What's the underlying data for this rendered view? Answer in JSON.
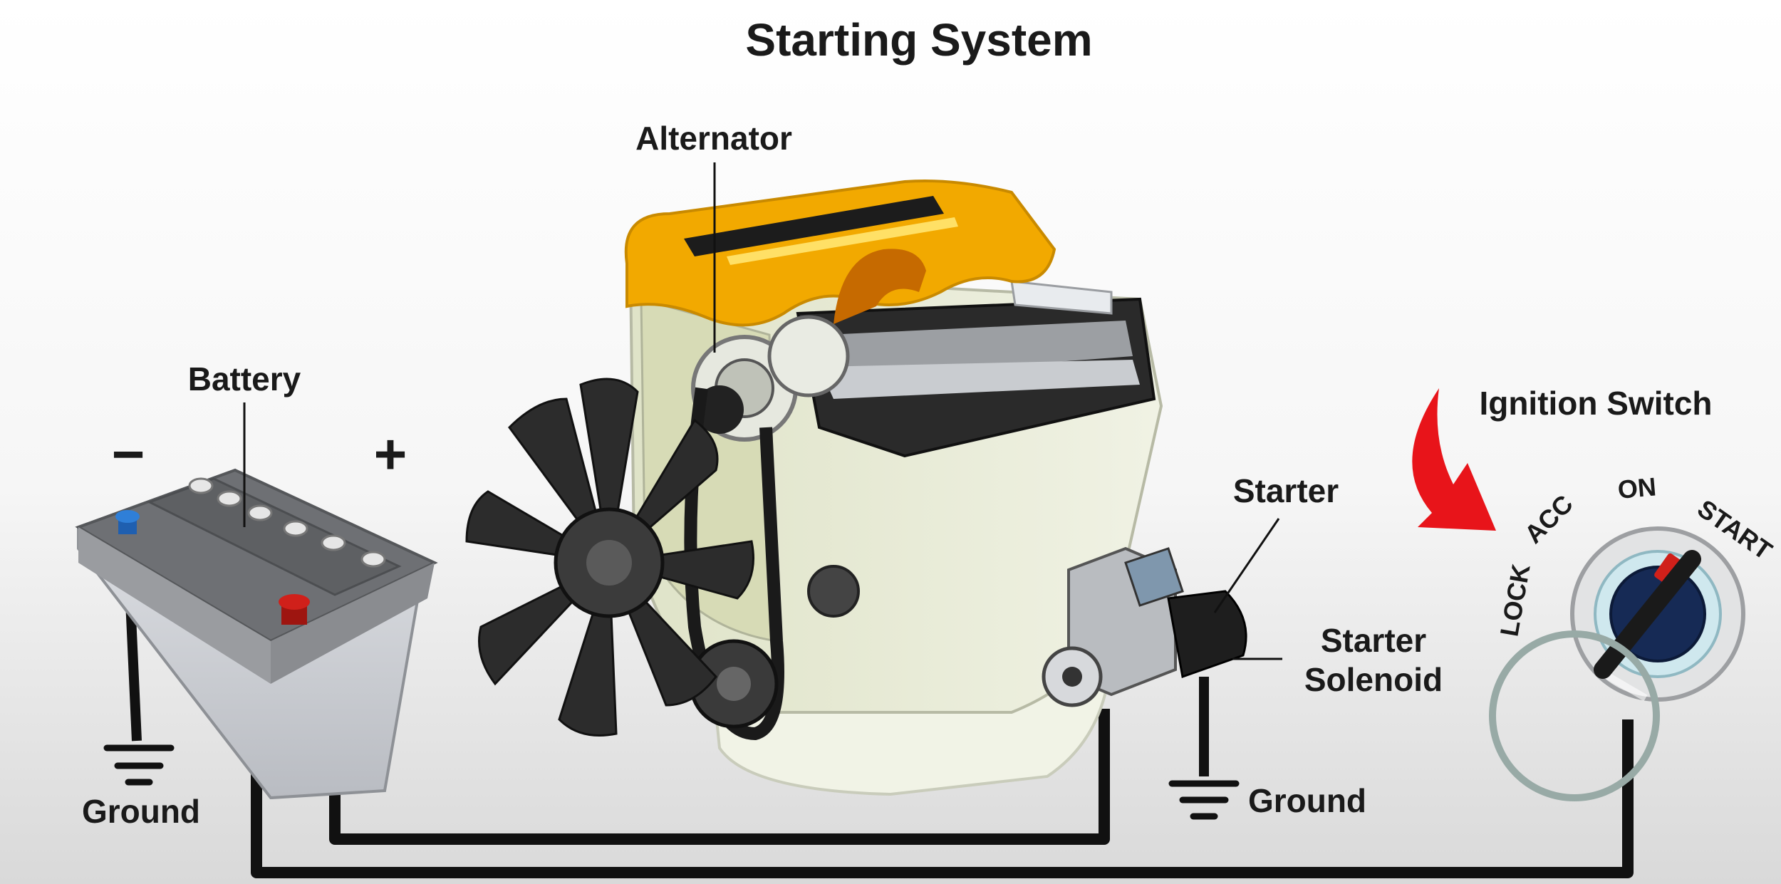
{
  "title": "Starting System",
  "labels": {
    "alternator": "Alternator",
    "battery": "Battery",
    "battery_minus": "−",
    "battery_plus": "+",
    "ground_left": "Ground",
    "ground_right": "Ground",
    "starter": "Starter",
    "starter_solenoid_line1": "Starter",
    "starter_solenoid_line2": "Solenoid",
    "ignition_switch": "Ignition Switch"
  },
  "ignition_positions": {
    "lock": "LOCK",
    "acc": "ACC",
    "on": "ON",
    "start": "START"
  },
  "colors": {
    "engine_cover": "#f2a900",
    "cover_stripe": "#1c1c1c",
    "cover_highlight": "#ffe066",
    "terminal_positive": "#d0201a",
    "terminal_negative": "#2f7fd8",
    "arrow": "#e8141a",
    "wire": "#111111",
    "battery_body": "#d2d4d8",
    "battery_lid": "#6e7074"
  }
}
